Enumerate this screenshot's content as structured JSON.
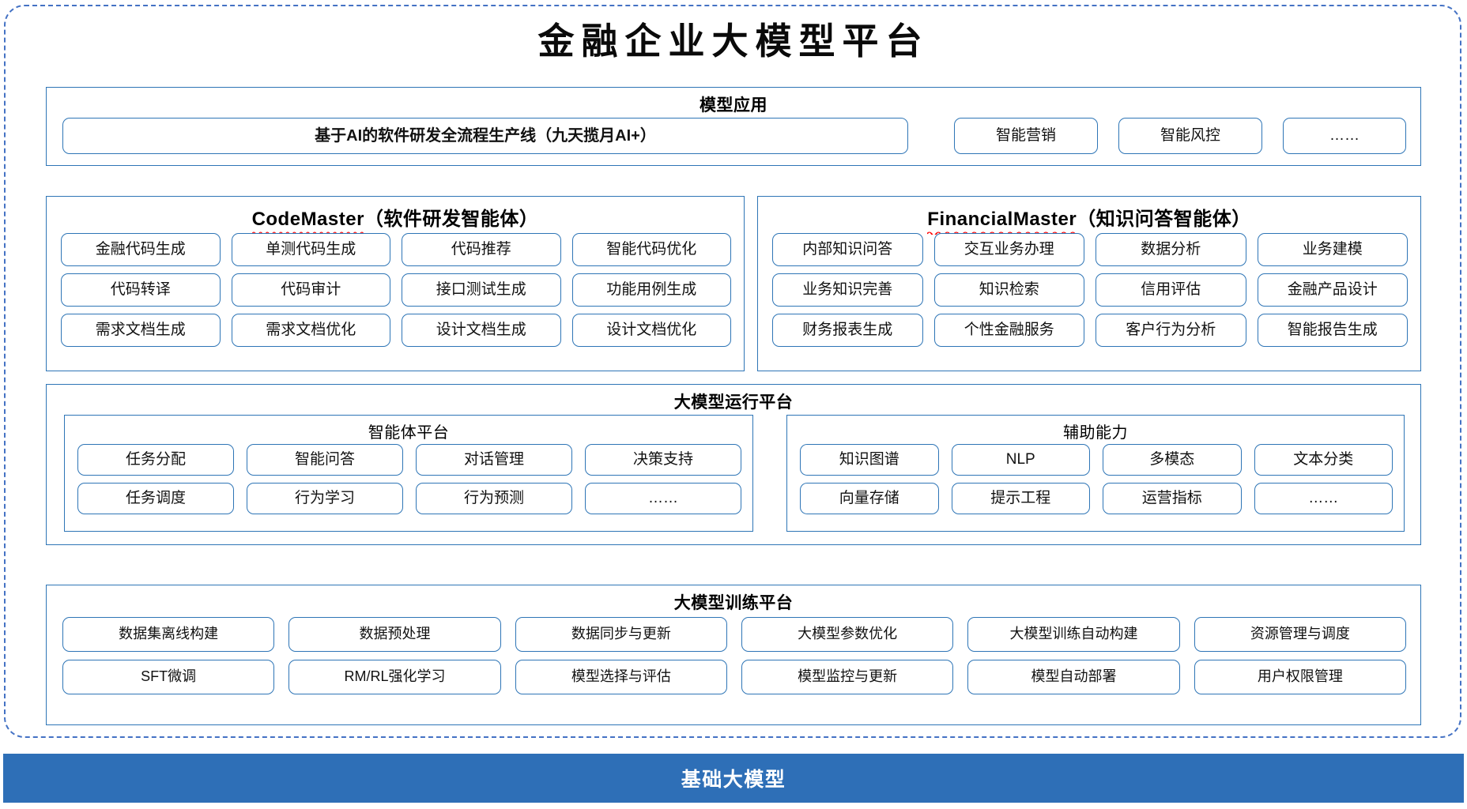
{
  "title": "金融企业大模型平台",
  "sections": {
    "app": {
      "title": "模型应用",
      "main": "基于AI的软件研发全流程生产线（九天揽月AI+）",
      "items": [
        "智能营销",
        "智能风控",
        "……"
      ]
    },
    "code_master": {
      "name": "CodeMaster",
      "suffix": "（软件研发智能体）",
      "items": [
        "金融代码生成",
        "单测代码生成",
        "代码推荐",
        "智能代码优化",
        "代码转译",
        "代码审计",
        "接口测试生成",
        "功能用例生成",
        "需求文档生成",
        "需求文档优化",
        "设计文档生成",
        "设计文档优化"
      ]
    },
    "financial_master": {
      "name": "FinancialMaster",
      "suffix": "（知识问答智能体）",
      "items": [
        "内部知识问答",
        "交互业务办理",
        "数据分析",
        "业务建模",
        "业务知识完善",
        "知识检索",
        "信用评估",
        "金融产品设计",
        "财务报表生成",
        "个性金融服务",
        "客户行为分析",
        "智能报告生成"
      ]
    },
    "run_platform": {
      "title": "大模型运行平台",
      "agent_platform": {
        "title": "智能体平台",
        "items": [
          "任务分配",
          "智能问答",
          "对话管理",
          "决策支持",
          "任务调度",
          "行为学习",
          "行为预测",
          "……"
        ]
      },
      "aux": {
        "title": "辅助能力",
        "items": [
          "知识图谱",
          "NLP",
          "多模态",
          "文本分类",
          "向量存储",
          "提示工程",
          "运营指标",
          "……"
        ]
      }
    },
    "train_platform": {
      "title": "大模型训练平台",
      "items": [
        "数据集离线构建",
        "数据预处理",
        "数据同步与更新",
        "大模型参数优化",
        "大模型训练自动构建",
        "资源管理与调度",
        "SFT微调",
        "RM/RL强化学习",
        "模型选择与评估",
        "模型监控与更新",
        "模型自动部署",
        "用户权限管理"
      ]
    },
    "base": {
      "title": "基础大模型"
    }
  },
  "colors": {
    "outer_frame": "#4472C4",
    "panel_border": "#2E75B6",
    "base_bar": "#2E6FB7",
    "spellcheck_underline": "#FF0000"
  }
}
